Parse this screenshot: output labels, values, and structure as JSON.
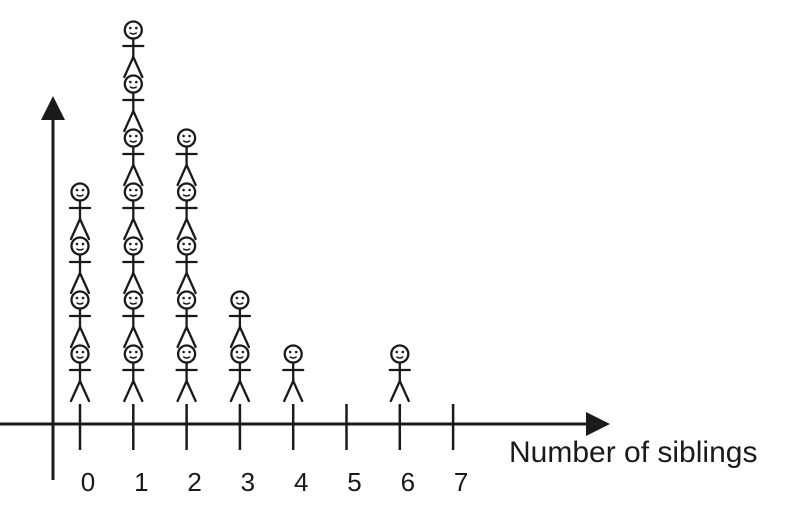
{
  "chart_data": {
    "type": "dot-plot",
    "xlabel": "Number of siblings",
    "ylabel": "",
    "categories": [
      "0",
      "1",
      "2",
      "3",
      "4",
      "5",
      "6",
      "7"
    ],
    "values": [
      4,
      7,
      5,
      2,
      1,
      0,
      1,
      0
    ],
    "marker": "stick-figure",
    "grid": false
  }
}
